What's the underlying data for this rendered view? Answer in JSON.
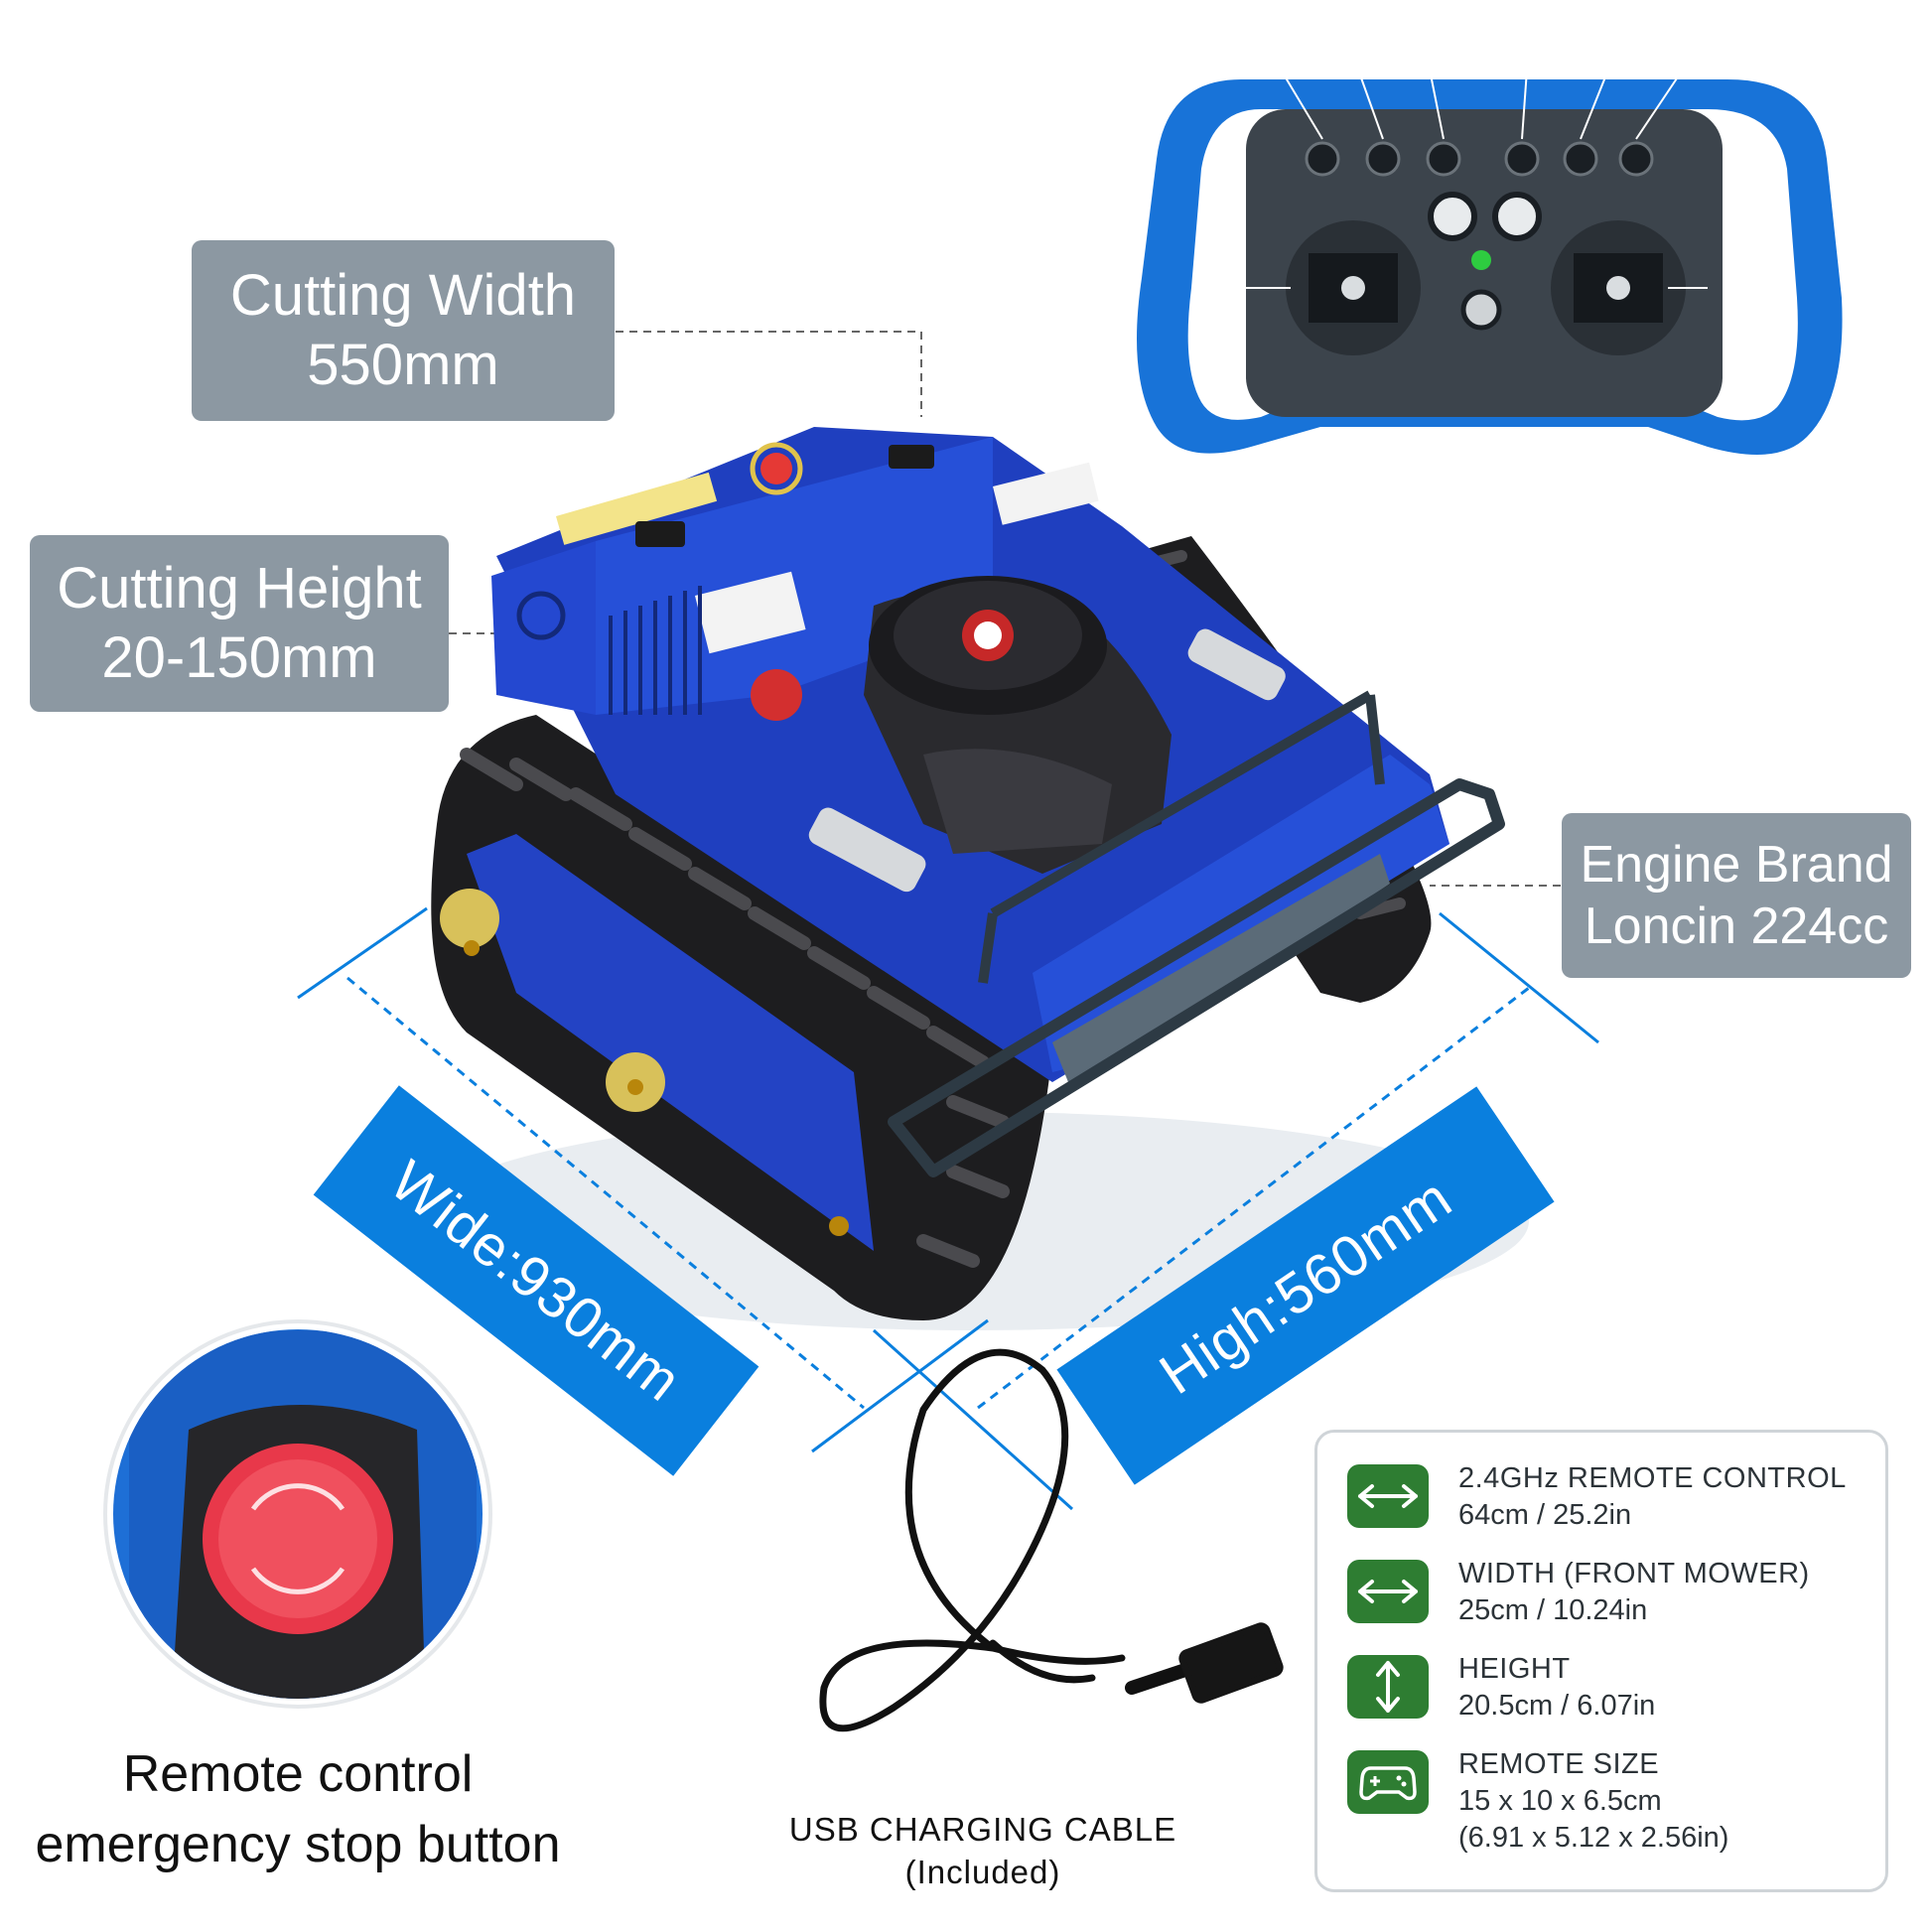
{
  "callouts": {
    "cutting_width": {
      "line1": "Cutting Width",
      "line2": "550mm"
    },
    "cutting_height": {
      "line1": "Cutting Height",
      "line2": "20-150mm"
    },
    "engine": {
      "line1": "Engine Brand",
      "line2": "Loncin 224cc"
    }
  },
  "dimensions": {
    "wide": "Wide:930mm",
    "high": "High:560mm"
  },
  "captions": {
    "estop_line1": "Remote control",
    "estop_line2": "emergency stop button",
    "usb_line1": "USB CHARGING CABLE",
    "usb_line2": "(Included)"
  },
  "specs": [
    {
      "icon": "horizontal-arrows-icon",
      "title": "2.4GHz REMOTE CONTROL",
      "value": "64cm / 25.2in"
    },
    {
      "icon": "horizontal-arrows-icon",
      "title": "WIDTH (FRONT MOWER)",
      "value": "25cm / 10.24in"
    },
    {
      "icon": "vertical-arrows-icon",
      "title": "HEIGHT",
      "value": "20.5cm / 6.07in"
    },
    {
      "icon": "gamepad-icon",
      "title": "REMOTE SIZE",
      "value": "15 x 10 x 6.5cm",
      "value2": "(6.91 x 5.12 x 2.56in)"
    }
  ],
  "colors": {
    "mower_blue": "#1f3fbf",
    "banner_blue": "#0a7fde",
    "callout_gray": "#8c98a2",
    "spec_icon_green": "#2e7d32",
    "stop_red": "#e8384a"
  }
}
